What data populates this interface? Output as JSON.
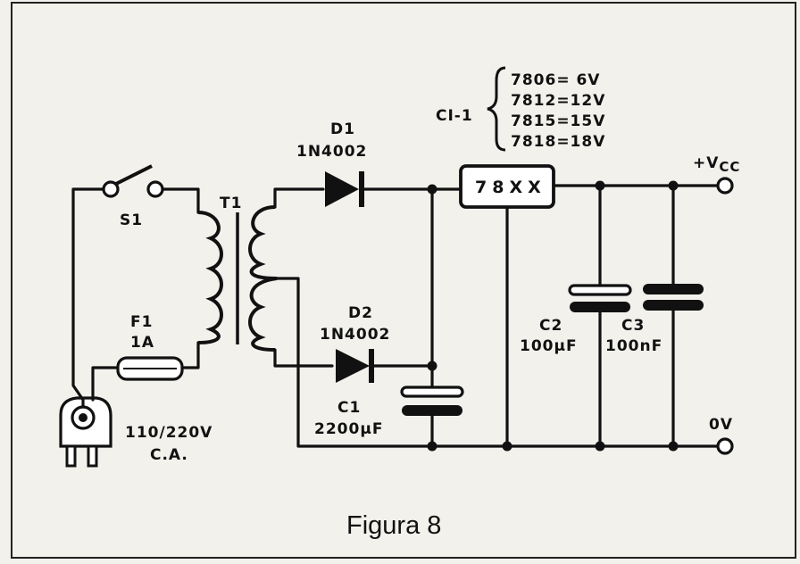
{
  "diagram": {
    "components": {
      "switch": "S1",
      "transformer": "T1",
      "fuse": {
        "ref": "F1",
        "value": "1A"
      },
      "mains": {
        "voltage": "110/220V",
        "type": "C.A."
      },
      "diode1": {
        "ref": "D1",
        "part": "1N4002"
      },
      "diode2": {
        "ref": "D2",
        "part": "1N4002"
      },
      "cap1": {
        "ref": "C1",
        "value": "2200µF"
      },
      "regulator": {
        "ref": "CI-1",
        "body": "78XX"
      },
      "cap2": {
        "ref": "C2",
        "value": "100µF"
      },
      "cap3": {
        "ref": "C3",
        "value": "100nF"
      }
    },
    "regulator_options": [
      "7806= 6V",
      "7812=12V",
      "7815=15V",
      "7818=18V"
    ],
    "terminals": {
      "vcc_prefix": "+V",
      "vcc_sub": "CC",
      "ground": "0V"
    },
    "caption": "Figura 8"
  }
}
